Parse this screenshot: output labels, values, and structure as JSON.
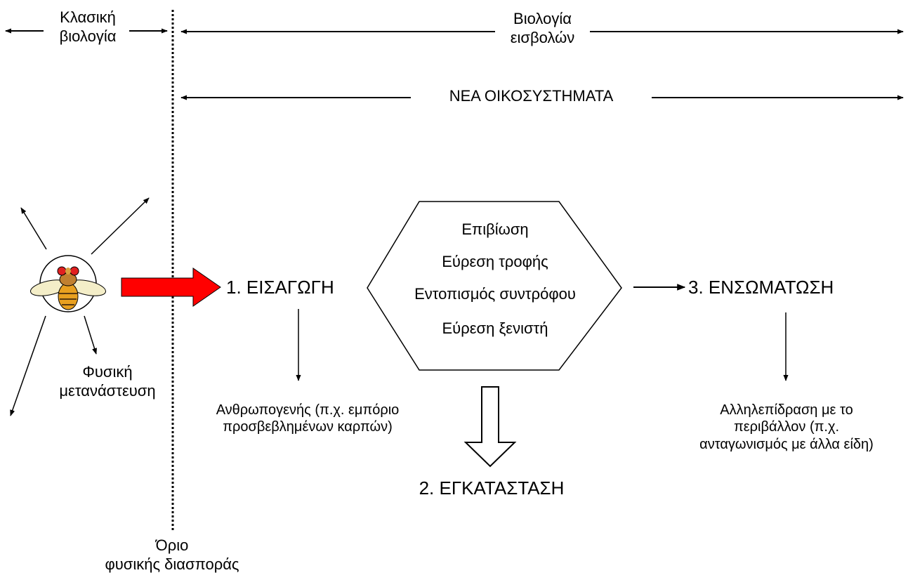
{
  "header": {
    "classic_biology": [
      "Κλασική",
      "βιολογία"
    ],
    "invasion_biology": [
      "Βιολογία",
      "εισβολών"
    ],
    "new_ecosystems": "ΝΕΑ ΟΙΚΟΣΥΣΤΗΜΑΤΑ"
  },
  "boundary": {
    "label": [
      "Όριο",
      "φυσικής διασποράς"
    ]
  },
  "natural_migration": {
    "label": [
      "Φυσική",
      "μετανάστευση"
    ],
    "icon": "fruit-fly-icon"
  },
  "stages": {
    "introduction": "1. ΕΙΣΑΓΩΓΗ",
    "establishment": "2. ΕΓΚΑΤΑΣΤΑΣΗ",
    "integration": "3. ΕΝΣΩΜΑΤΩΣΗ"
  },
  "hexagon_items": [
    "Επιβίωση",
    "Εύρεση τροφής",
    "Εντοπισμός συντρόφου",
    "Εύρεση ξενιστή"
  ],
  "notes": {
    "anthropogenic": [
      "Ανθρωπογενής (π.χ. εμπόριο",
      "προσβεβλημένων καρπών)"
    ],
    "interaction": [
      "Αλληλεπίδραση με το",
      "περιβάλλον (π.χ.",
      "ανταγωνισμός με άλλα είδη)"
    ]
  },
  "colors": {
    "arrow_red": "#ff0000",
    "ink": "#000000",
    "fly_body": "#e8a020"
  }
}
